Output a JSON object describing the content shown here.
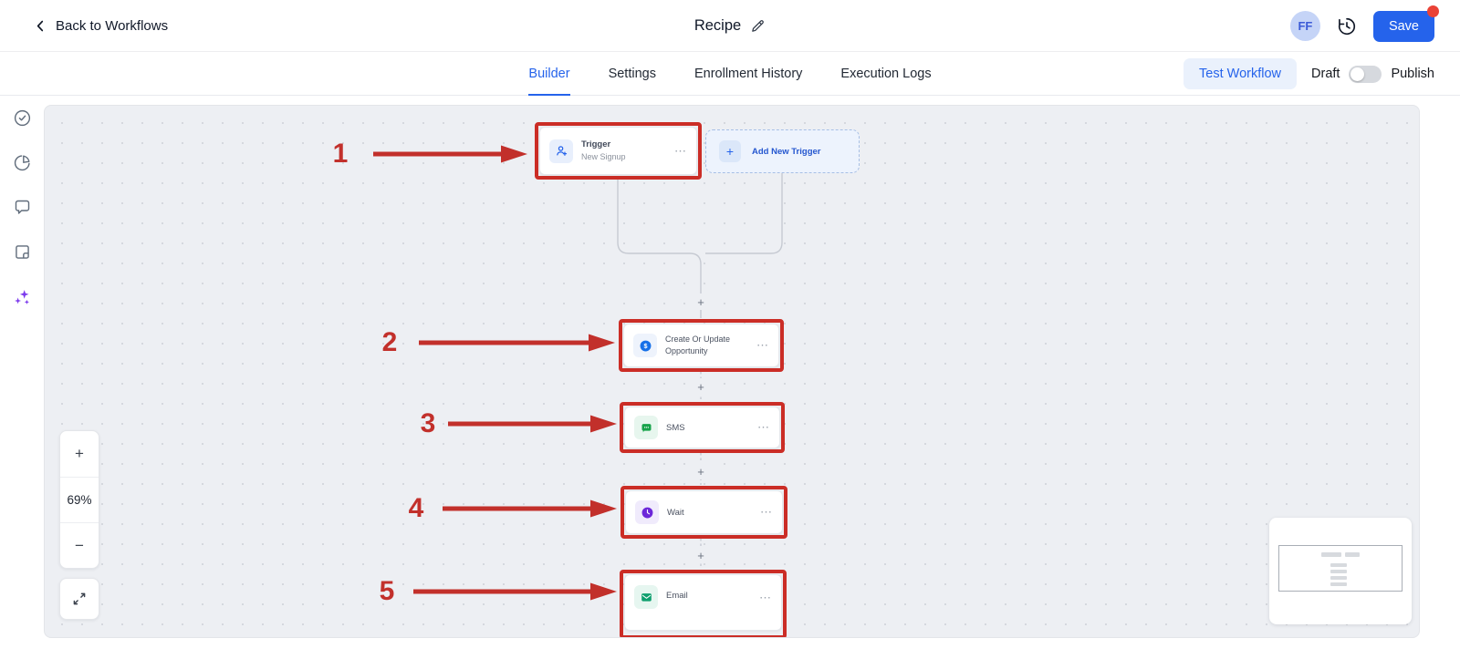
{
  "header": {
    "back": "Back to Workflows",
    "title": "Recipe",
    "avatar": "FF",
    "save": "Save"
  },
  "tabs": {
    "builder": "Builder",
    "settings": "Settings",
    "enrollment": "Enrollment History",
    "execution": "Execution Logs",
    "test_workflow": "Test Workflow",
    "draft": "Draft",
    "publish": "Publish",
    "toggle_state": "draft"
  },
  "canvas": {
    "trigger": {
      "title": "Trigger",
      "subtitle": "New Signup"
    },
    "add_trigger": {
      "label": "Add New Trigger"
    },
    "step2": {
      "title": "Create Or Update Opportunity"
    },
    "step3": {
      "title": "SMS"
    },
    "step4": {
      "title": "Wait"
    },
    "step5": {
      "title": "Email"
    },
    "annotations": {
      "n1": "1",
      "n2": "2",
      "n3": "3",
      "n4": "4",
      "n5": "5"
    },
    "zoom": {
      "in": "+",
      "out": "−",
      "percent": "69%"
    }
  },
  "glyphs": {
    "plus": "+",
    "ellipsis": "⋯"
  },
  "colors": {
    "accent_blue": "#2563eb",
    "annotation_red": "#cb2d26",
    "opportunity_blue": "#1670e8",
    "sms_green": "#17a34a",
    "wait_purple": "#6d28d9",
    "email_green": "#0e9f6e",
    "canvas_bg": "#edeff3"
  }
}
